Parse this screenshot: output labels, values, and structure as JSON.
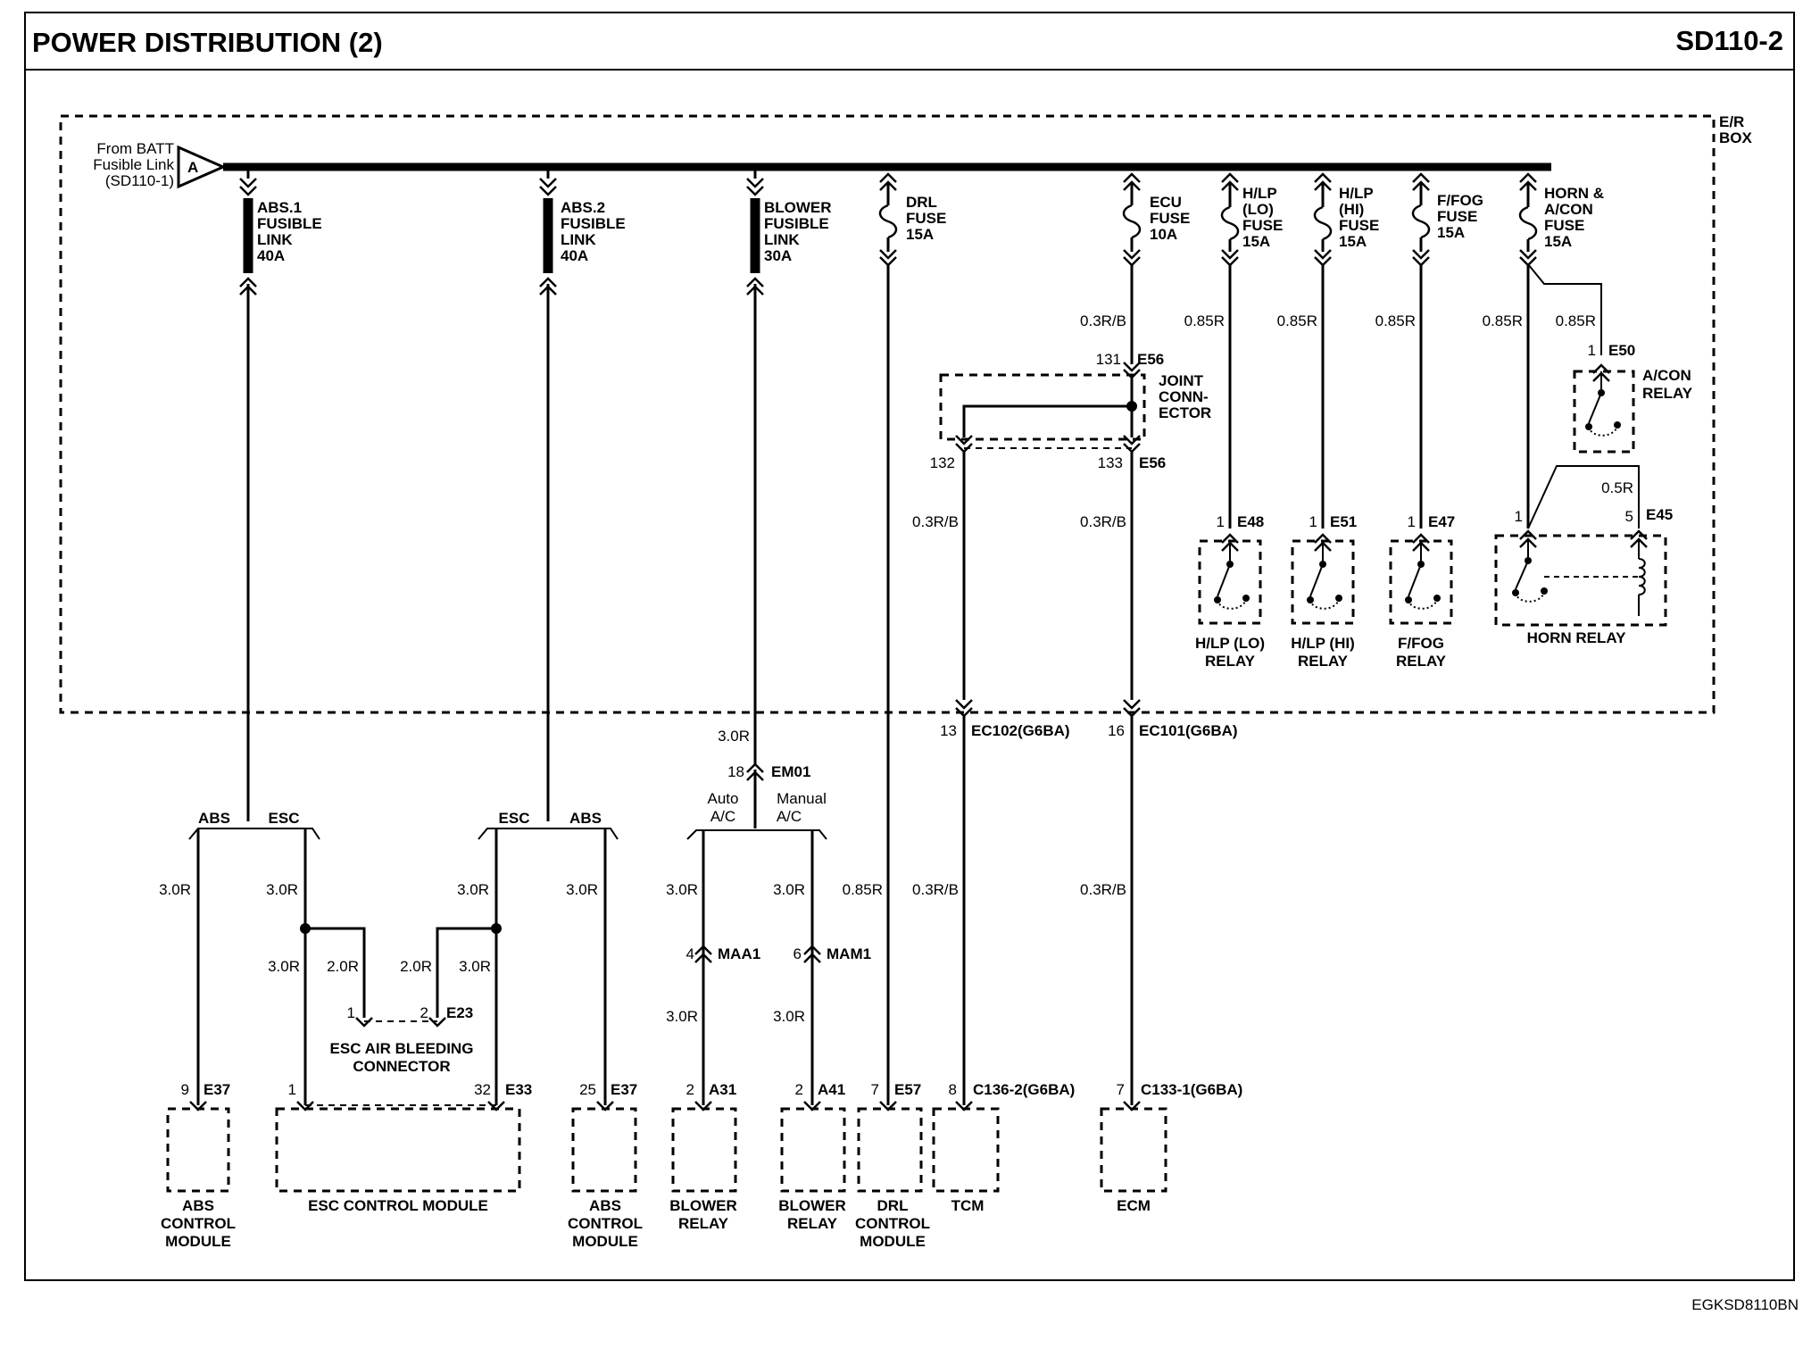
{
  "header": {
    "title": "POWER DISTRIBUTION (2)",
    "code": "SD110-2"
  },
  "footer": {
    "code": "EGKSD8110BN"
  },
  "er_box": {
    "label_line1": "E/R",
    "label_line2": "BOX"
  },
  "battery_feed": {
    "line1": "From BATT",
    "line2": "Fusible Link",
    "line3": "(SD110-1)",
    "connector": "A"
  },
  "fusible_links": [
    {
      "line1": "ABS.1",
      "line2": "FUSIBLE",
      "line3": "LINK",
      "line4": "40A"
    },
    {
      "line1": "ABS.2",
      "line2": "FUSIBLE",
      "line3": "LINK",
      "line4": "40A"
    },
    {
      "line1": "BLOWER",
      "line2": "FUSIBLE",
      "line3": "LINK",
      "line4": "30A"
    }
  ],
  "fuses": [
    {
      "line1": "DRL",
      "line2": "FUSE",
      "line3": "15A"
    },
    {
      "line1": "ECU",
      "line2": "FUSE",
      "line3": "10A"
    },
    {
      "line1": "H/LP",
      "line2": "(LO)",
      "line3": "FUSE",
      "line4": "15A"
    },
    {
      "line1": "H/LP",
      "line2": "(HI)",
      "line3": "FUSE",
      "line4": "15A"
    },
    {
      "line1": "F/FOG",
      "line2": "FUSE",
      "line3": "15A"
    },
    {
      "line1": "HORN &",
      "line2": "A/CON",
      "line3": "FUSE",
      "line4": "15A"
    }
  ],
  "joint_connector": {
    "line1": "JOINT",
    "line2": "CONN-",
    "line3": "ECTOR",
    "pin_in": "131",
    "pin_a": "132",
    "pin_b": "133",
    "conn": "E56"
  },
  "relays": {
    "hlp_lo": {
      "line1": "H/LP (LO)",
      "line2": "RELAY",
      "pin": "1",
      "conn": "E48"
    },
    "hlp_hi": {
      "line1": "H/LP (HI)",
      "line2": "RELAY",
      "pin": "1",
      "conn": "E51"
    },
    "ffog": {
      "line1": "F/FOG",
      "line2": "RELAY",
      "pin": "1",
      "conn": "E47"
    },
    "horn": {
      "label": "HORN RELAY",
      "pin1": "1",
      "pin5": "5",
      "conn": "E45"
    },
    "acon": {
      "line1": "A/CON",
      "line2": "RELAY",
      "pin": "1",
      "conn": "E50"
    }
  },
  "wires": {
    "w_03rb": "0.3R/B",
    "w_085r": "0.85R",
    "w_30r": "3.0R",
    "w_20r": "2.0R",
    "w_05r": "0.5R"
  },
  "harness": {
    "ec102": {
      "pin": "13",
      "conn": "EC102(G6BA)"
    },
    "ec101": {
      "pin": "16",
      "conn": "EC101(G6BA)"
    },
    "em01": {
      "pin": "18",
      "conn": "EM01"
    },
    "maa1": {
      "pin": "4",
      "conn": "MAA1"
    },
    "mam1": {
      "pin": "6",
      "conn": "MAM1"
    }
  },
  "branches": {
    "abs": "ABS",
    "esc": "ESC",
    "auto_1": "Auto",
    "auto_2": "A/C",
    "manual_1": "Manual",
    "manual_2": "A/C"
  },
  "esc_bleed": {
    "line1": "ESC AIR BLEEDING",
    "line2": "CONNECTOR",
    "pin1": "1",
    "pin2": "2",
    "conn": "E23"
  },
  "modules": [
    {
      "pin": "9",
      "conn": "E37",
      "line1": "ABS",
      "line2": "CONTROL",
      "line3": "MODULE"
    },
    {
      "pin1": "1",
      "pin2": "32",
      "conn": "E33",
      "label": "ESC CONTROL MODULE"
    },
    {
      "pin": "25",
      "conn": "E37",
      "line1": "ABS",
      "line2": "CONTROL",
      "line3": "MODULE"
    },
    {
      "pin": "2",
      "conn": "A31",
      "line1": "BLOWER",
      "line2": "RELAY"
    },
    {
      "pin": "2",
      "conn": "A41",
      "line1": "BLOWER",
      "line2": "RELAY"
    },
    {
      "pin": "7",
      "conn": "E57",
      "line1": "DRL",
      "line2": "CONTROL",
      "line3": "MODULE"
    },
    {
      "pin": "8",
      "conn": "C136-2(G6BA)",
      "line1": "TCM"
    },
    {
      "pin": "7",
      "conn": "C133-1(G6BA)",
      "line1": "ECM"
    }
  ]
}
